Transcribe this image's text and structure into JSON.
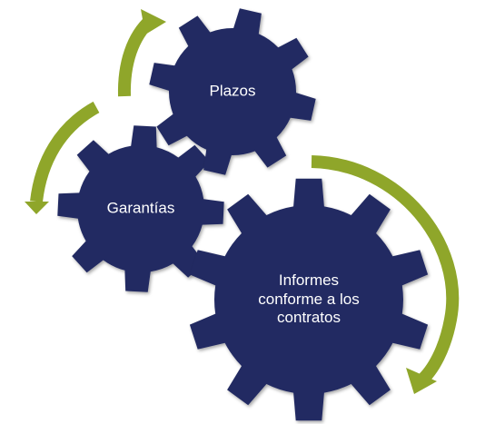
{
  "colors": {
    "gear": "#222a62",
    "gear_edge": "#3a4585",
    "arrow": "#8fa62a",
    "label": "#ffffff"
  },
  "gears": [
    {
      "id": "plazos",
      "label": "Plazos"
    },
    {
      "id": "garantias",
      "label": "Garantías"
    },
    {
      "id": "informes",
      "label": "Informes\nconforme a los\ncontratos"
    }
  ],
  "arrows": [
    {
      "id": "arrow-garantias-to-plazos",
      "from": "garantias",
      "to": "plazos"
    },
    {
      "id": "arrow-plazos-to-garantias",
      "from": "plazos",
      "to": "garantias"
    },
    {
      "id": "arrow-plazos-to-informes",
      "from": "plazos",
      "to": "informes"
    }
  ]
}
